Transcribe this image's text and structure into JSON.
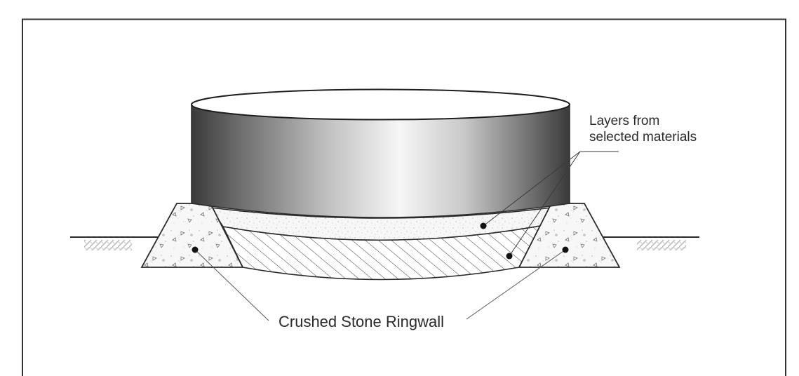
{
  "diagram": {
    "type": "tank-foundation-cross-section",
    "labels": {
      "layers_line1": "Layers from",
      "layers_line2": "selected materials",
      "ringwall": "Crushed Stone Ringwall"
    },
    "components": [
      {
        "id": "tank",
        "description": "cylindrical storage tank (shaded)"
      },
      {
        "id": "top-layer",
        "description": "stippled layer of selected material under tank"
      },
      {
        "id": "hatched-layer",
        "description": "hatched compacted layer"
      },
      {
        "id": "ringwall-left",
        "description": "crushed stone ringwall (left, trapezoid)"
      },
      {
        "id": "ringwall-right",
        "description": "crushed stone ringwall (right, trapezoid)"
      },
      {
        "id": "ground-left",
        "description": "ground surface with earth hatch (left)"
      },
      {
        "id": "ground-right",
        "description": "ground surface with earth hatch (right)"
      }
    ],
    "colors": {
      "frame": "#333333",
      "line": "#2a2a2a",
      "tank_dark": "#3a3a3a",
      "tank_light": "#f4f4f4",
      "stipple_bg": "#f7f7f7",
      "earth_hatch": "#bdbdbd"
    }
  }
}
